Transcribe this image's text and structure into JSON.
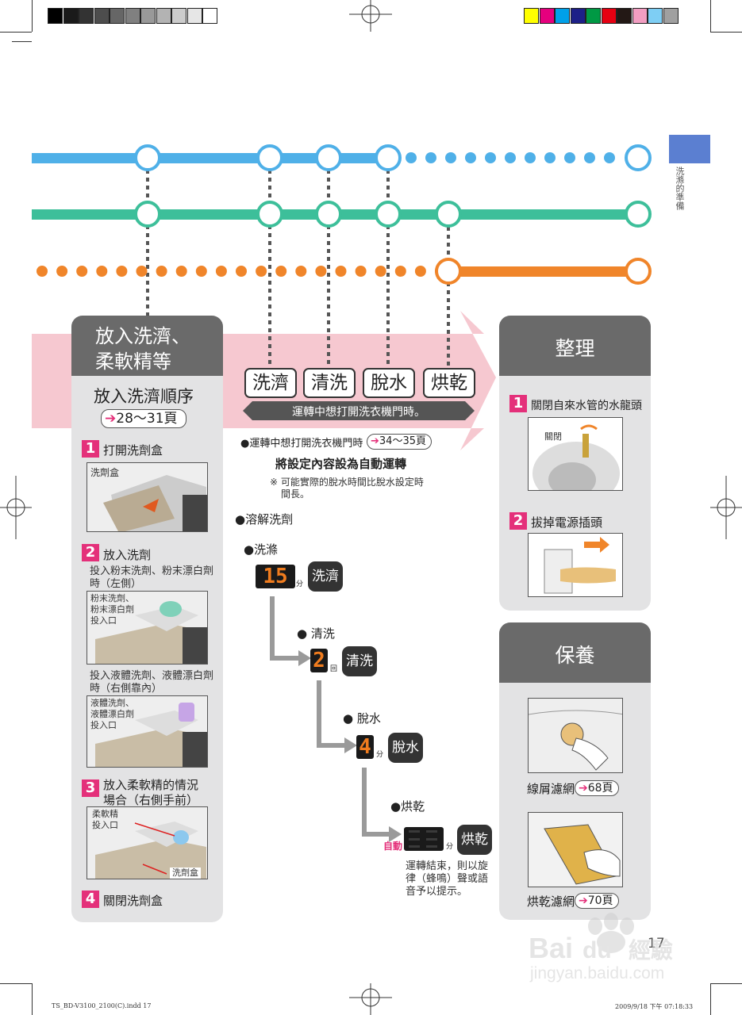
{
  "print_marks": {
    "gray_swatches": [
      "#000000",
      "#1a1a1a",
      "#333333",
      "#4d4d4d",
      "#666666",
      "#808080",
      "#999999",
      "#b3b3b3",
      "#cccccc",
      "#e6e6e6",
      "#ffffff"
    ],
    "color_swatches": [
      "#ffff00",
      "#e6007e",
      "#00a0e9",
      "#1d2088",
      "#009944",
      "#e60012",
      "#231815",
      "#f29ec2",
      "#7ecef4",
      "#a0a0a0"
    ],
    "footer_left": "TS_BD-V3100_2100(C).indd   17",
    "footer_right": "2009/9/18   下午 07:18:33"
  },
  "side_tab": {
    "text": "洗滌的準備",
    "color": "#5b7fd1"
  },
  "colors": {
    "blue": "#4fb0e8",
    "green": "#3dbf9a",
    "orange": "#f0852a",
    "pink": "#f6c8d0",
    "accent": "#e4307a",
    "panel": "#e3e3e4",
    "panel_head": "#6a6a6a"
  },
  "left_panel": {
    "title_line1": "放入洗濟、",
    "title_line2": "柔軟精等",
    "subtitle": "放入洗濟順序",
    "pageref": "28～31頁",
    "steps": [
      {
        "num": "1",
        "title": "打開洗劑盒",
        "label": "洗劑盒"
      },
      {
        "num": "2",
        "title": "放入洗劑",
        "desc1": "投入粉末洗劑、粉末漂白劑",
        "desc1b": "時（左側）",
        "label1_1": "粉末洗劑、",
        "label1_2": "粉末漂白劑",
        "label1_3": "投入口",
        "desc2": "投入液體洗劑、液體漂白劑",
        "desc2b": "時（右側靠內）",
        "label2_1": "液體洗劑、",
        "label2_2": "液體漂白劑",
        "label2_3": "投入口"
      },
      {
        "num": "3",
        "title": "放入柔軟精的情況",
        "title2": "場合（右側手前）",
        "label1": "柔軟精",
        "label2": "投入口",
        "label3": "洗劑盒"
      },
      {
        "num": "4",
        "title": "關閉洗劑盒"
      }
    ]
  },
  "center": {
    "tags": [
      "洗濟",
      "清洗",
      "脫水",
      "烘乾"
    ],
    "banner": "運轉中想打開洗衣機門時。",
    "note_bullet": "●運轉中想打開洗衣機門時",
    "note_ref": "34～35頁",
    "note_bold": "將設定內容設為自動運轉",
    "note_small1": "※ 可能實際的脫水時間比脫水設定時",
    "note_small2": "間長。",
    "dissolve": "●溶解洗劑",
    "stages": [
      {
        "bullet": "●洗滌",
        "display": "15",
        "unit": "分",
        "label": "洗濟"
      },
      {
        "bullet": "● 清洗",
        "display": "2",
        "unit": "回",
        "label": "清洗"
      },
      {
        "bullet": "● 脫水",
        "display": "4",
        "unit": "分",
        "label": "脫水"
      },
      {
        "bullet": "●烘乾",
        "display": "",
        "unit": "分",
        "label": "烘乾",
        "auto": "自動"
      }
    ],
    "end_note1": "運轉結束，則以旋",
    "end_note2": "律（蜂鳴）聲或語",
    "end_note3": "音予以提示。"
  },
  "right_top": {
    "title": "整理",
    "step1_num": "1",
    "step1": "關閉自來水管的水龍頭",
    "step1_label": "關閉",
    "step2_num": "2",
    "step2": "拔掉電源插頭"
  },
  "right_bottom": {
    "title": "保養",
    "item1": "線屑濾網",
    "item1_ref": "68頁",
    "item2": "烘乾濾網",
    "item2_ref": "70頁"
  },
  "page_number": "17",
  "watermark": {
    "brand": "Baidu經驗",
    "url": "jingyan.baidu.com"
  }
}
